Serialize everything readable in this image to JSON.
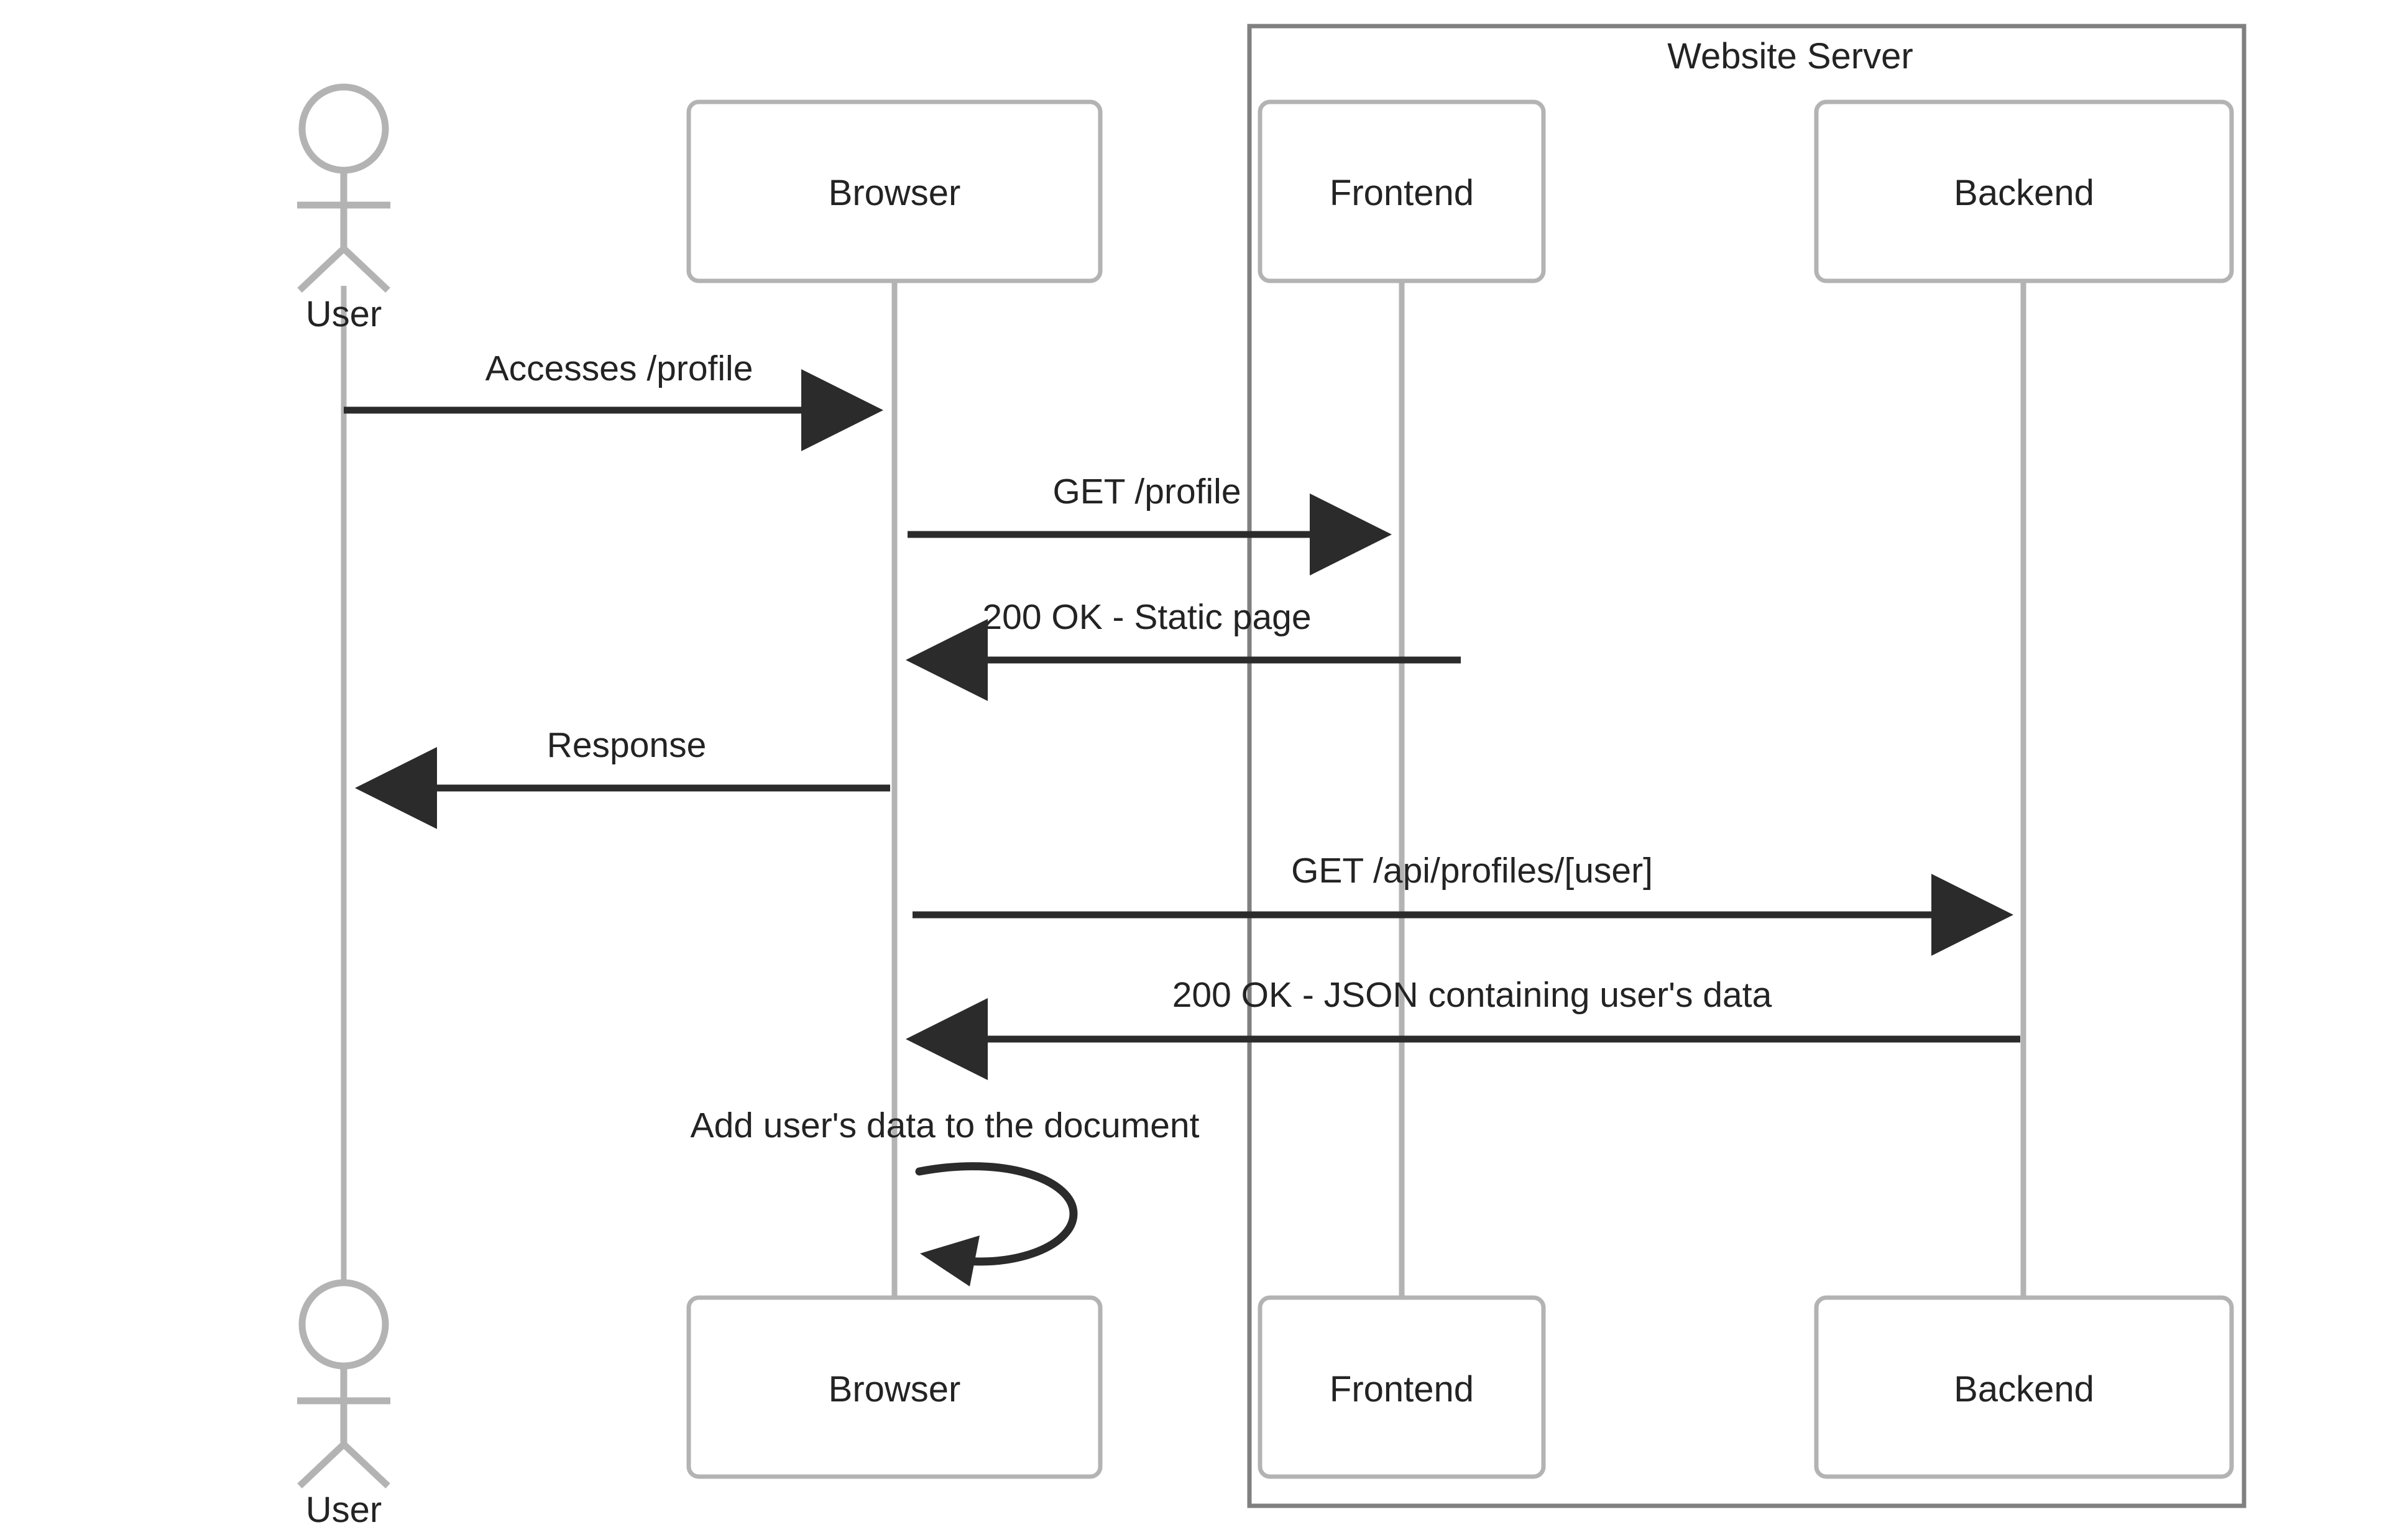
{
  "diagram": {
    "type": "uml-sequence-diagram",
    "title_visible": false,
    "background": "#ffffff",
    "colors": {
      "lifeline": "#b3b3b3",
      "box_border": "#b3b3b3",
      "box_fill": "#ffffff",
      "group_border": "#808080",
      "text": "#232323",
      "arrow": "#2b2b2b"
    }
  },
  "group": {
    "label": "Website Server",
    "name": "website-server-group"
  },
  "participants": [
    {
      "id": "user",
      "label": "User",
      "kind": "actor"
    },
    {
      "id": "browser",
      "label": "Browser",
      "kind": "box"
    },
    {
      "id": "frontend",
      "label": "Frontend",
      "kind": "box",
      "group": "Website Server"
    },
    {
      "id": "backend",
      "label": "Backend",
      "kind": "box",
      "group": "Website Server"
    }
  ],
  "participants_bottom": [
    {
      "id": "user",
      "label": "User",
      "kind": "actor"
    },
    {
      "id": "browser",
      "label": "Browser",
      "kind": "box"
    },
    {
      "id": "frontend",
      "label": "Frontend",
      "kind": "box",
      "group": "Website Server"
    },
    {
      "id": "backend",
      "label": "Backend",
      "kind": "box",
      "group": "Website Server"
    }
  ],
  "messages": [
    {
      "index": 1,
      "label": "Accesses /profile",
      "from": "user",
      "to": "browser",
      "direction": "right",
      "style": "solid"
    },
    {
      "index": 2,
      "label": "GET /profile",
      "from": "browser",
      "to": "frontend",
      "direction": "right",
      "style": "solid"
    },
    {
      "index": 3,
      "label": "200 OK - Static page",
      "from": "frontend",
      "to": "browser",
      "direction": "left",
      "style": "solid"
    },
    {
      "index": 4,
      "label": "Response",
      "from": "browser",
      "to": "user",
      "direction": "left",
      "style": "solid"
    },
    {
      "index": 5,
      "label": "GET /api/profiles/[user]",
      "from": "browser",
      "to": "backend",
      "direction": "right",
      "style": "solid"
    },
    {
      "index": 6,
      "label": "200 OK - JSON containing user's data",
      "from": "backend",
      "to": "browser",
      "direction": "left",
      "style": "solid"
    },
    {
      "index": 7,
      "label": "Add user's data to the document",
      "from": "browser",
      "to": "browser",
      "direction": "self",
      "style": "self-loop"
    }
  ]
}
